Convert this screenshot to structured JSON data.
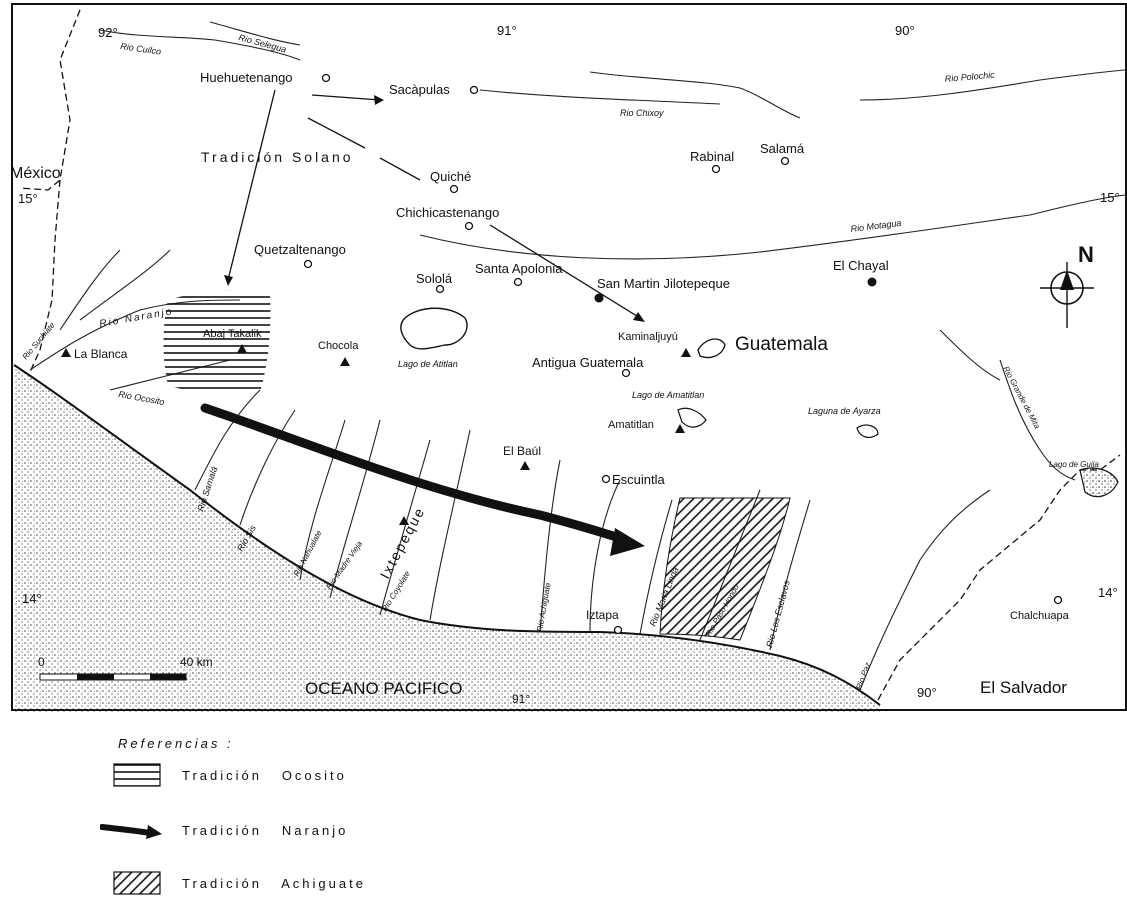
{
  "map": {
    "graticule": {
      "lon_92": "92°",
      "lon_91_top": "91°",
      "lon_90_top": "90°",
      "lat_15_left": "15°",
      "lat_15_right": "15°",
      "lat_14_left": "14°",
      "lat_14_right": "14°",
      "lon_91_bottom": "91°",
      "lon_90_bottom": "90°"
    },
    "countries": {
      "mexico": "México",
      "guatemala": "Guatemala",
      "el_salvador": "El Salvador",
      "ocean": "OCEANO PACIFICO"
    },
    "places": {
      "huehuetenango": "Huehuetenango",
      "sacapulas": "Sacàpulas",
      "rabinal": "Rabinal",
      "salama": "Salamá",
      "quiche": "Quiché",
      "chichicastenango": "Chichicastenango",
      "quetzaltenango": "Quetzaltenango",
      "solola": "Sololá",
      "santa_apolonia": "Santa Apolonia",
      "san_martin": "San Martin Jilotepeque",
      "el_chayal": "El Chayal",
      "abaj_takalik": "Abaj Takalik",
      "la_blanca": "La Blanca",
      "chocola": "Chocola",
      "kaminaljuyu": "Kaminaljuyú",
      "antigua": "Antigua Guatemala",
      "amatitlan": "Amatitlan",
      "el_baul": "El Baúl",
      "escuintla": "Escuintla",
      "ixtepeque": "Ixtepeque",
      "iztapa": "Iztapa",
      "chalchuapa": "Chalchuapa"
    },
    "rivers": {
      "cuilco": "Rio Cuilco",
      "selegua": "Rio Selegua",
      "polochic": "Rio Polochic",
      "chixoy": "Rio Chixoy",
      "motagua": "Rio Motagua",
      "naranjo": "Rio Naranjo",
      "suchiate": "Rio Suchiate",
      "ocosito": "Rio Ocosito",
      "samala": "Rio Samalá",
      "sis": "Rio Sis",
      "nahualate": "Rio Nahualate",
      "madre_vieja": "Rio Madre Vieja",
      "coyolate": "Rio Coyolate",
      "achiguate": "Rio Achiguate",
      "maria_linda": "Rio Maria Linda",
      "paso_hondo": "Rio Paso Hondo",
      "los_esclavos": "Rio Los Esclavos",
      "paz": "Rio Paz",
      "grande_mita": "Rio Grande de Mita"
    },
    "lakes": {
      "atitlan": "Lago de Atitlan",
      "amatitlan": "Lago de Amatitlan",
      "ayarza": "Laguna de Ayarza",
      "guija": "Lago de Guija"
    },
    "route_label": "Tradición Solano",
    "north_label": "N",
    "scale": {
      "start": "0",
      "end": "40 km"
    }
  },
  "legend": {
    "title": "Referencias :",
    "items": [
      {
        "label": "Tradición   Ocosito",
        "symbol": "horizontal-hatch"
      },
      {
        "label": "Tradición   Naranjo",
        "symbol": "thick-arrow"
      },
      {
        "label": "Tradición   Achiguate",
        "symbol": "diagonal-hatch"
      }
    ]
  }
}
